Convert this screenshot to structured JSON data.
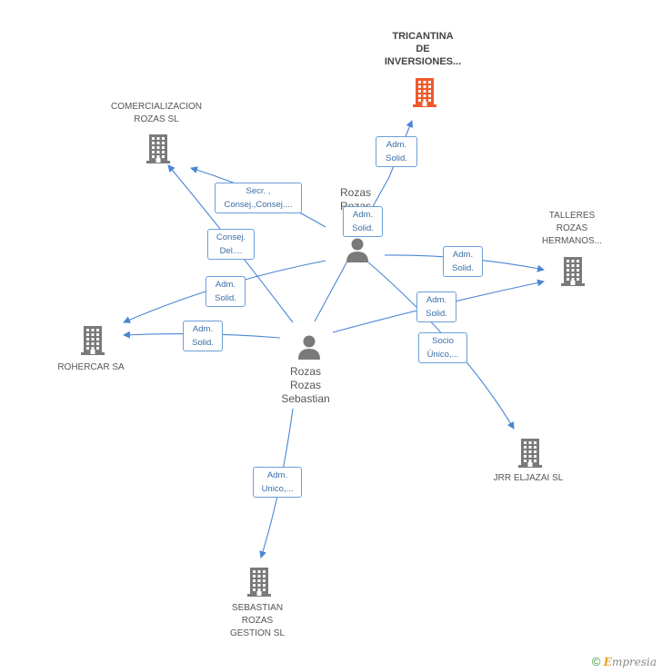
{
  "companies": {
    "tricantina": {
      "lines": [
        "TRICANTINA",
        "DE",
        "INVERSIONES..."
      ],
      "color": "#f05a2a"
    },
    "comercializacion": {
      "lines": [
        "COMERCIALIZACION",
        "ROZAS SL"
      ],
      "color": "#7a7a7a"
    },
    "talleres": {
      "lines": [
        "TALLERES",
        "ROZAS",
        "HERMANOS..."
      ],
      "color": "#7a7a7a"
    },
    "rohercar": {
      "lines": [
        "ROHERCAR SA"
      ],
      "color": "#7a7a7a"
    },
    "jrr": {
      "lines": [
        "JRR ELJAZAI SL"
      ],
      "color": "#7a7a7a"
    },
    "sebastian_gestion": {
      "lines": [
        "SEBASTIAN",
        "ROZAS",
        "GESTION SL"
      ],
      "color": "#7a7a7a"
    }
  },
  "persons": {
    "rozas_top": {
      "lines": [
        "Rozas",
        "Rozas",
        "R"
      ]
    },
    "rozas_sebastian": {
      "lines": [
        "Rozas",
        "Rozas",
        "Sebastian"
      ]
    }
  },
  "edges": {
    "e1": {
      "lines": [
        "Adm.",
        "Solid."
      ]
    },
    "e2": {
      "lines": [
        "Secr. ,",
        "Consej.,Consej...."
      ]
    },
    "e3": {
      "lines": [
        "Adm.",
        "Solid."
      ]
    },
    "e4": {
      "lines": [
        "Consej.",
        "Del...."
      ]
    },
    "e5": {
      "lines": [
        "Adm.",
        "Solid."
      ]
    },
    "e6": {
      "lines": [
        "Adm.",
        "Solid."
      ]
    },
    "e7": {
      "lines": [
        "Adm.",
        "Solid."
      ]
    },
    "e8": {
      "lines": [
        "Adm.",
        "Solid."
      ]
    },
    "e9": {
      "lines": [
        "Socio",
        "Único,..."
      ]
    },
    "e10": {
      "lines": [
        "Adm.",
        "Unico,..."
      ]
    }
  },
  "colors": {
    "edge": "#4a86d4",
    "person": "#7a7a7a"
  },
  "footer": {
    "copyright": "©",
    "brand_first": "E",
    "brand_rest": "mpresia"
  }
}
